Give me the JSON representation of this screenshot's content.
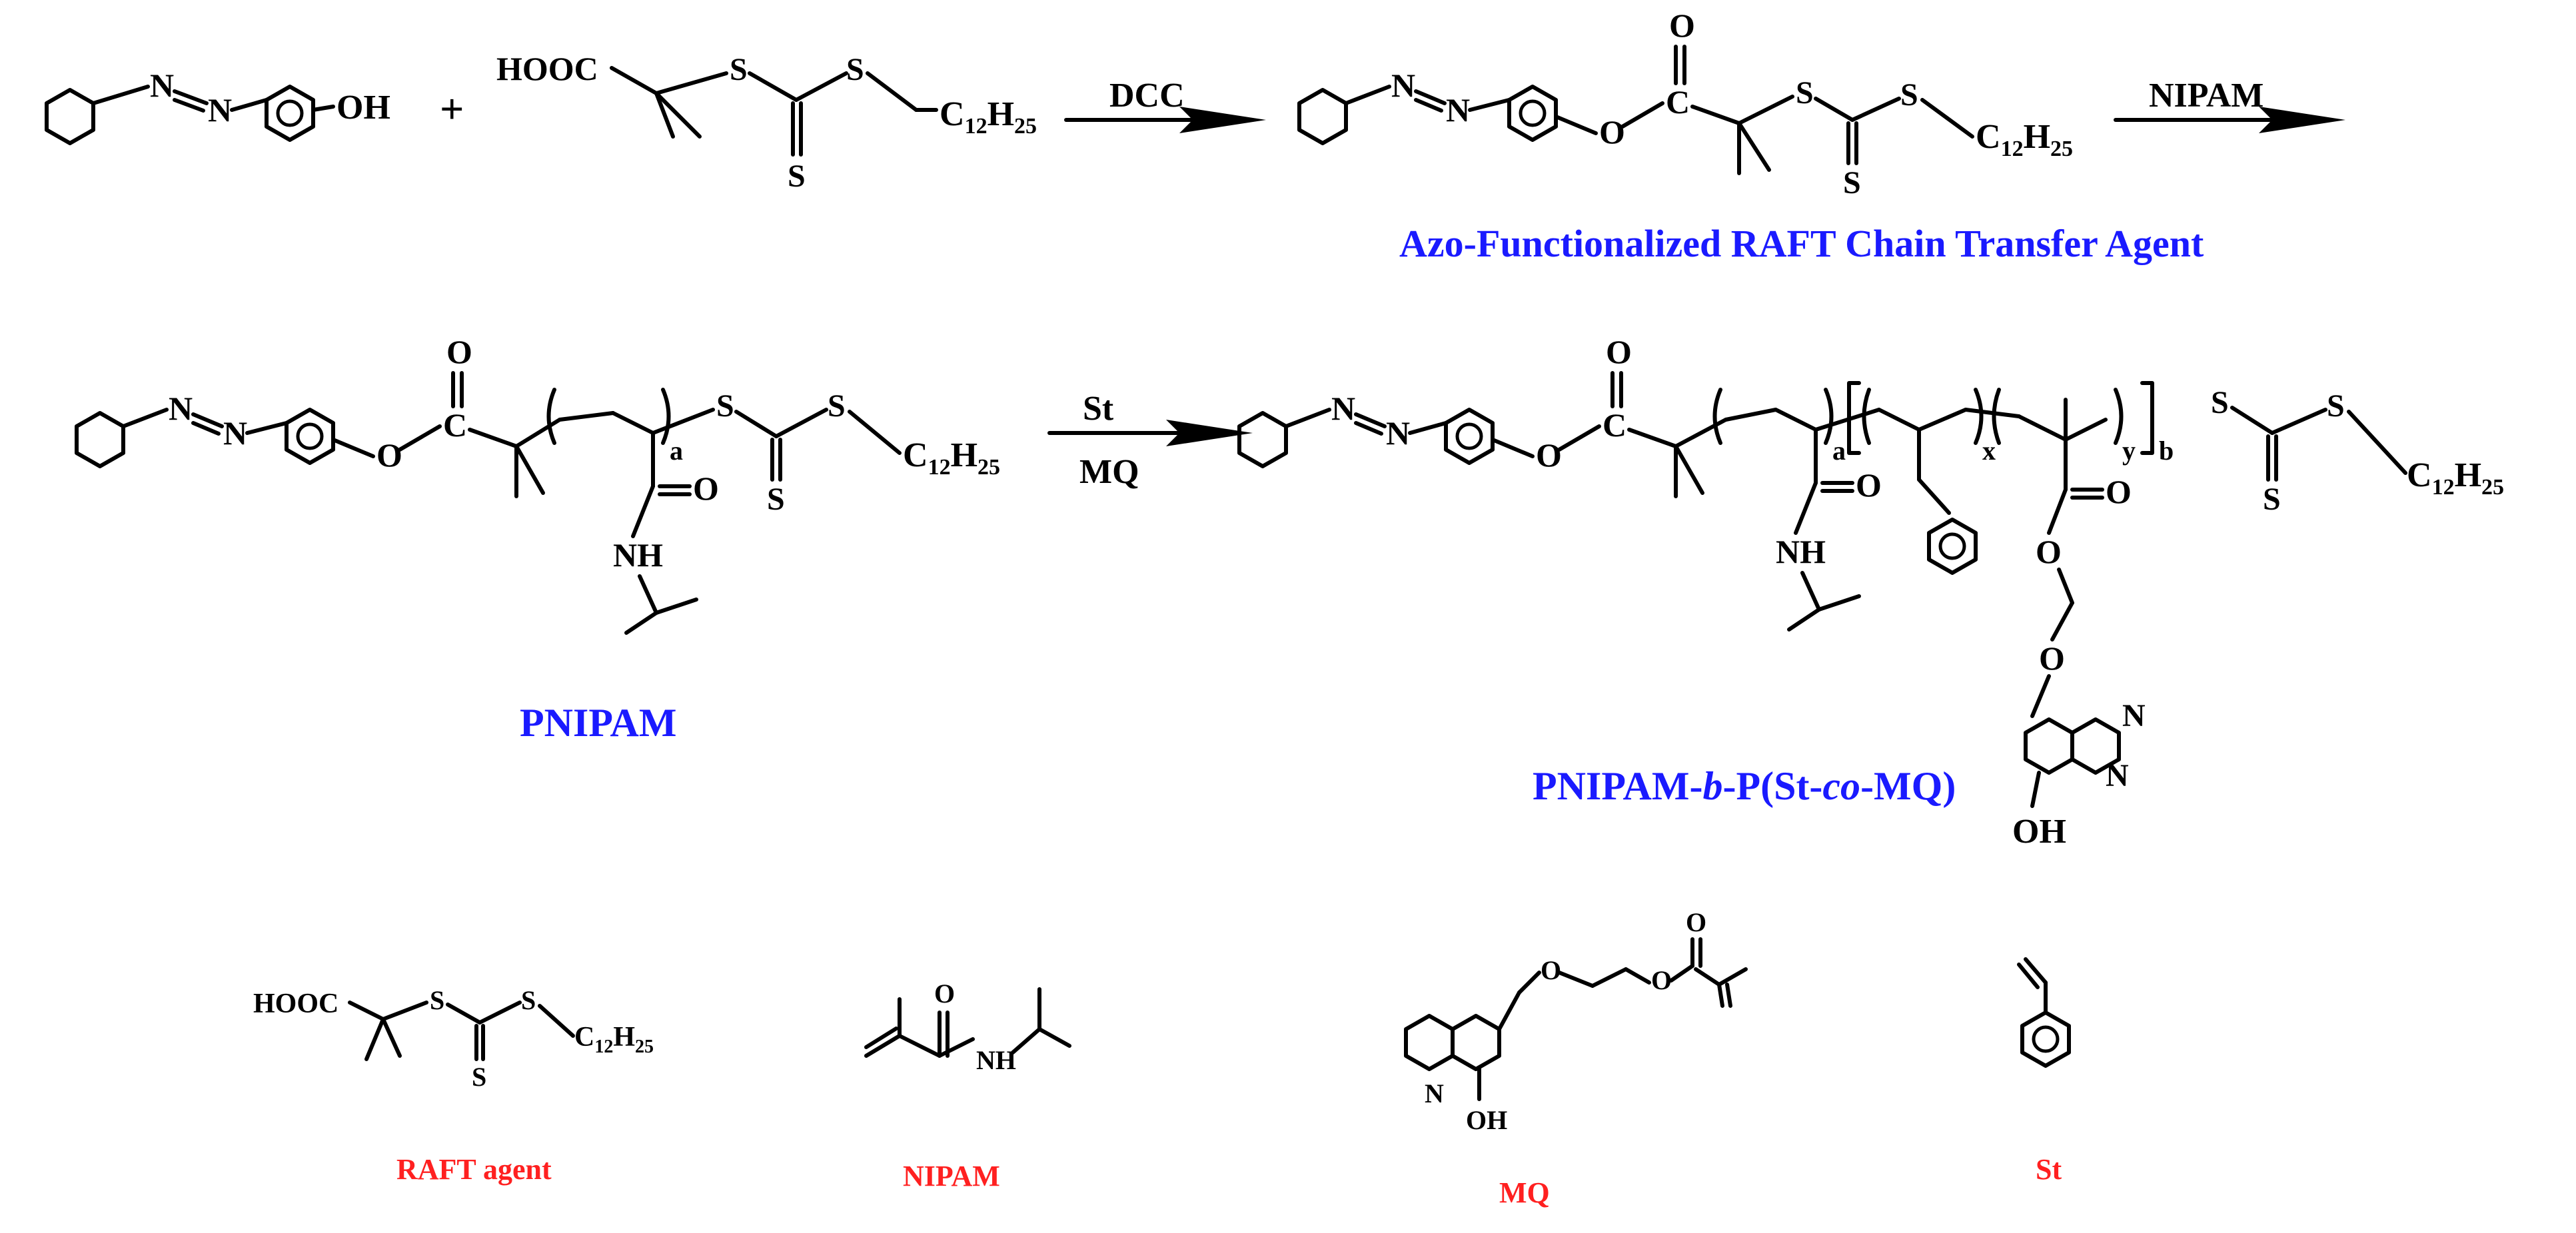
{
  "atoms": {
    "N": "N",
    "O": "O",
    "S": "S",
    "OH": "OH",
    "NH": "NH",
    "HOOC": "HOOC",
    "C": "C",
    "C12H25": {
      "c": "C",
      "sub1": "12",
      "h": "H",
      "sub2": "25"
    },
    "plus": "+"
  },
  "reagents": {
    "dcc": "DCC",
    "nipam": "NIPAM",
    "st": "St",
    "mq": "MQ"
  },
  "subscripts": {
    "a": "a",
    "b": "b",
    "x": "x",
    "y": "y"
  },
  "labels": {
    "cta": "Azo-Functionalized RAFT Chain Transfer Agent",
    "pnipam": "PNIPAM",
    "block_prefix": "PNIPAM-",
    "block_b": "b",
    "block_mid": "-P(St-",
    "block_co": "co",
    "block_suffix": "-MQ)"
  },
  "monomers": {
    "raft": "RAFT agent",
    "nipam": "NIPAM",
    "mq": "MQ",
    "st": "St"
  },
  "colors": {
    "label_blue": "#1a1aff",
    "label_red": "#ff2020",
    "ink": "#000000"
  }
}
